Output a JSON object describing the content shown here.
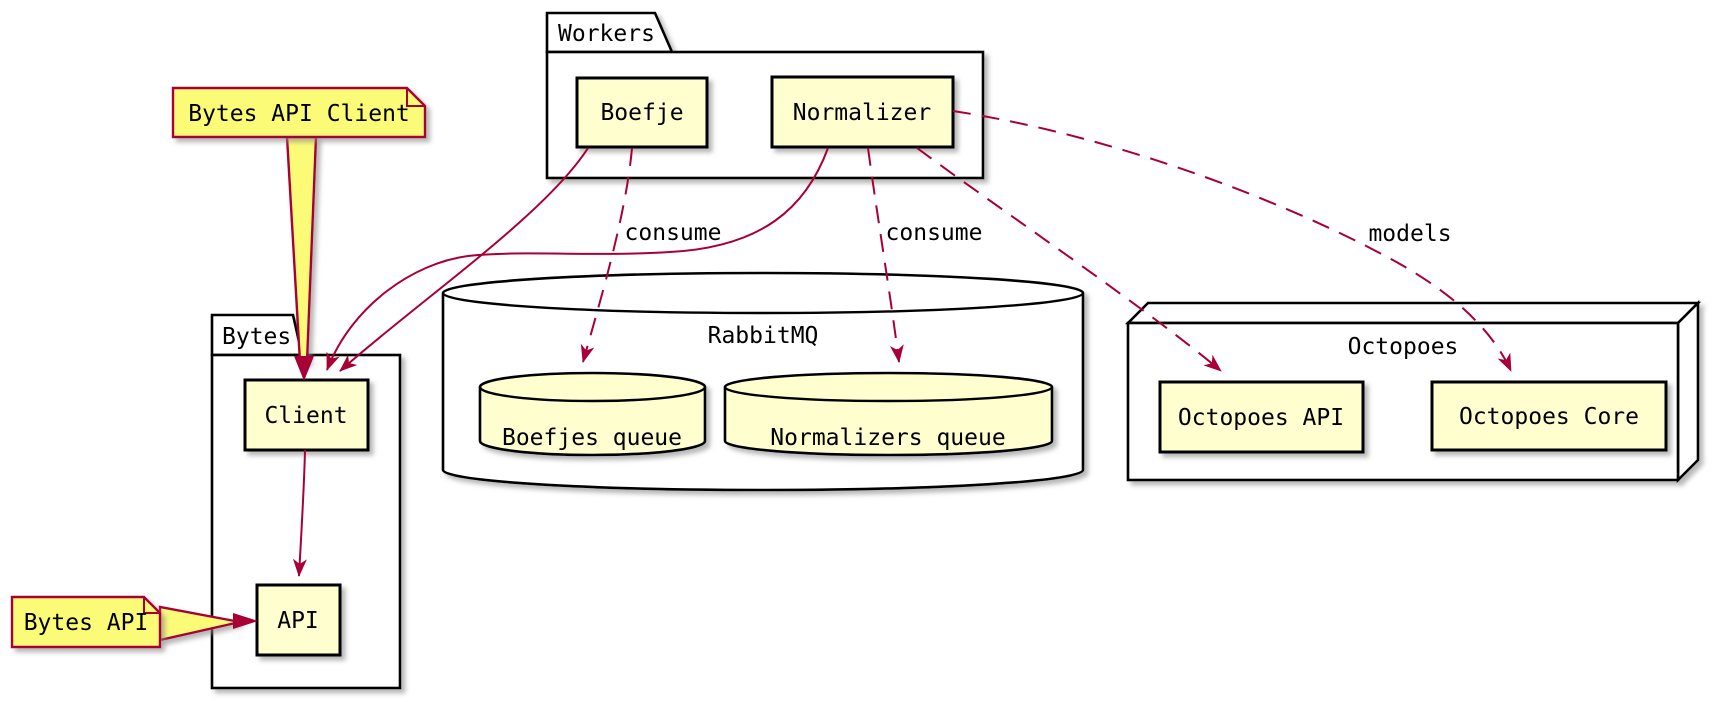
{
  "diagram": {
    "workers_package": {
      "label": "Workers"
    },
    "bytes_package": {
      "label": "Bytes"
    },
    "components": {
      "boefje": {
        "label": "Boefje"
      },
      "normalizer": {
        "label": "Normalizer"
      },
      "client": {
        "label": "Client"
      },
      "api": {
        "label": "API"
      },
      "octopoes_api": {
        "label": "Octopoes API"
      },
      "octopoes_core": {
        "label": "Octopoes Core"
      }
    },
    "databases": {
      "rabbitmq": {
        "label": "RabbitMQ"
      },
      "boefjes_queue": {
        "label": "Boefjes queue"
      },
      "normalizers_queue": {
        "label": "Normalizers queue"
      }
    },
    "nodes": {
      "octopoes": {
        "label": "Octopoes"
      }
    },
    "notes": {
      "bytes_api_client": {
        "label": "Bytes API Client"
      },
      "bytes_api": {
        "label": "Bytes API"
      }
    },
    "edge_labels": {
      "consume_boefje": "consume",
      "consume_normalizer": "consume",
      "models": "models"
    },
    "colors": {
      "component_fill": "#FEFECE",
      "note_fill": "#FBFB77",
      "edge": "#A80036",
      "border": "#000000",
      "white_fill": "#FFFFFF",
      "shadow": "#888888"
    }
  }
}
